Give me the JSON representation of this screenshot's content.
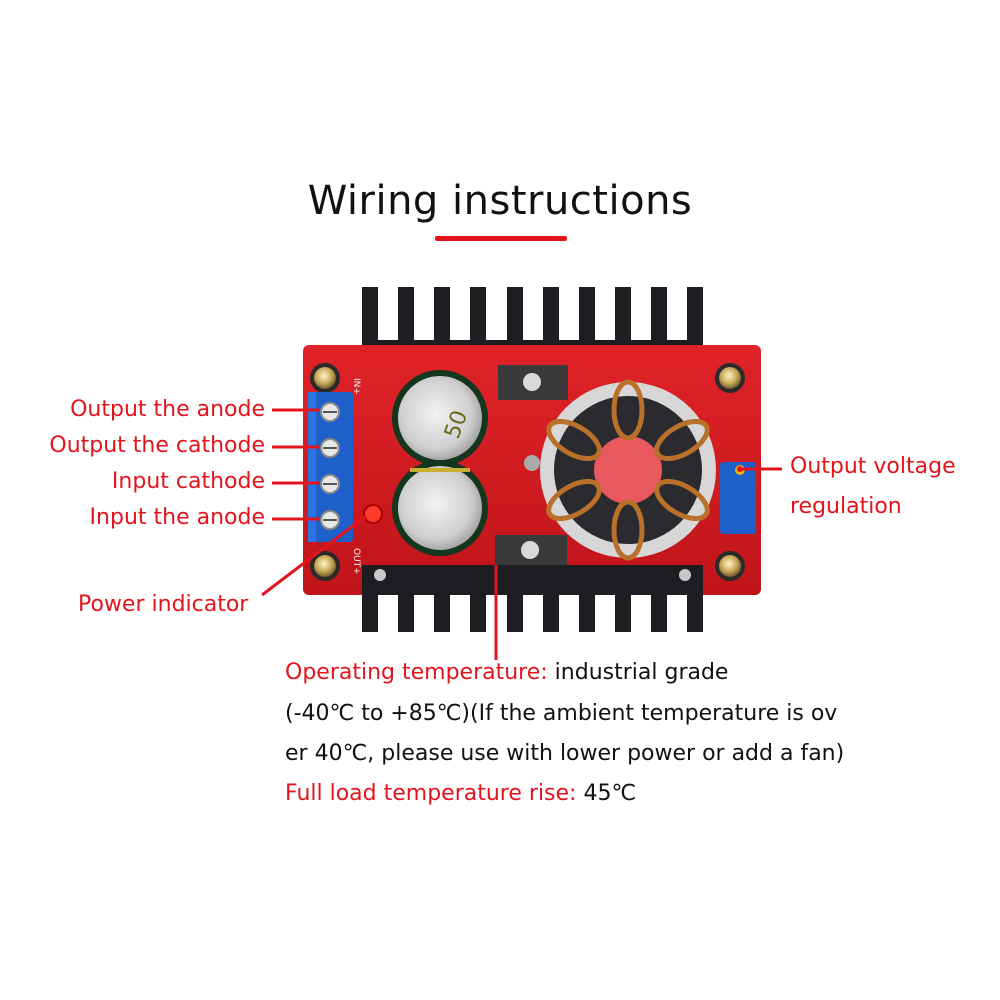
{
  "title": "Wiring instructions",
  "colors": {
    "accent": "#e3141c",
    "board": "#d21a1f",
    "heatsink": "#1a1a1e"
  },
  "labels": {
    "output_anode": "Output the anode",
    "output_cathode": "Output the cathode",
    "input_cathode": "Input cathode",
    "input_anode": "Input the anode",
    "power_indicator": "Power indicator",
    "voltage_regulation_line1": "Output voltage",
    "voltage_regulation_line2": "regulation"
  },
  "board_marks": {
    "in_plus": "IN+",
    "out_plus": "OUT+",
    "cap_mark": "50"
  },
  "info": {
    "operating_label": "Operating temperature:",
    "operating_value": " industrial grade",
    "line2": "(-40℃ to +85℃)(If the ambient temperature is ov",
    "line3": "er 40℃, please use with lower power or add a fan)",
    "rise_label": "Full load temperature rise:",
    "rise_value": " 45℃"
  }
}
